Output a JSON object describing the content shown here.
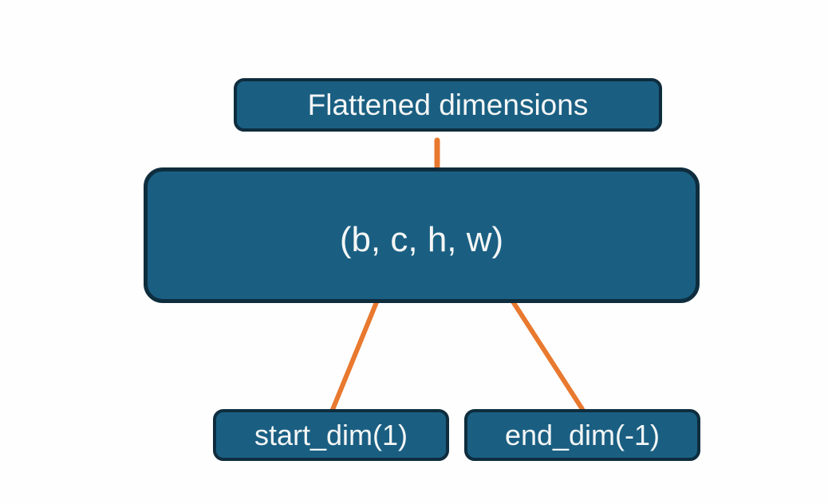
{
  "diagram": {
    "title_box": {
      "label": "Flattened dimensions"
    },
    "tensor_box": {
      "label": "(b, c, h, w)"
    },
    "start_dim_box": {
      "label": "start_dim(1)"
    },
    "end_dim_box": {
      "label": "end_dim(-1)"
    },
    "colors": {
      "box_fill": "#1a5f82",
      "box_border": "#0e2d3e",
      "accent_orange": "#e8792f",
      "text": "#f4f6f6",
      "background": "#fefefe"
    }
  }
}
